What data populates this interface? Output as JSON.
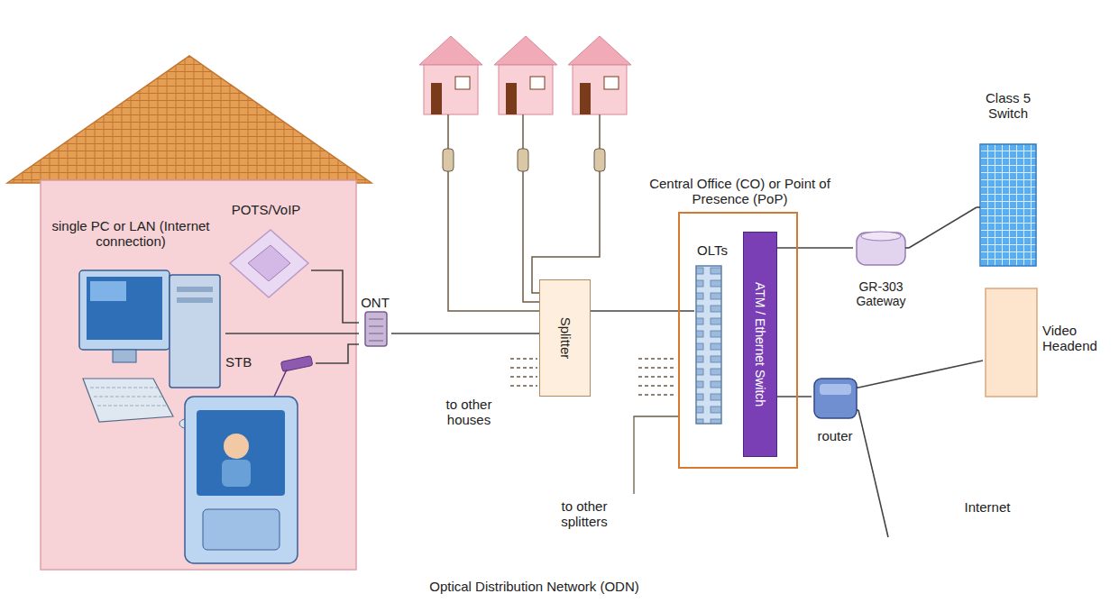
{
  "diagram": {
    "nodes": [
      {
        "text": [
          "single PC or LAN (Internet connection)"
        ]
      },
      {
        "text": [
          "POTS/VoIP"
        ]
      },
      {
        "text": [
          "ONT"
        ]
      },
      {
        "text": [
          "STB"
        ]
      },
      {
        "text": [
          "Optical Distribution Network (ODN)"
        ]
      },
      {
        "text": [
          "Splitter"
        ],
        "in": 4
      },
      {
        "text": [
          "Central Office (CO) or Point of Presence (PoP)"
        ]
      },
      {
        "text": [
          "OLTs"
        ],
        "in": 6
      },
      {
        "text": [
          "ATM / Ethernet Switch"
        ],
        "in": 6
      },
      {
        "text": [
          "GR-303 Gateway"
        ]
      },
      {
        "text": [
          "router"
        ]
      },
      {
        "text": [
          "Class 5 Switch"
        ]
      },
      {
        "text": [
          "Video Headend"
        ]
      },
      {
        "text": [
          "Internet"
        ]
      }
    ],
    "edges": [
      {
        "from": 0,
        "to": 2,
        "arrow": "none"
      },
      {
        "from": 1,
        "to": 2,
        "arrow": "none"
      },
      {
        "from": 3,
        "to": 2,
        "arrow": "none"
      },
      {
        "from": 2,
        "to": 5,
        "arrow": "none"
      },
      {
        "from": 5,
        "to": 7,
        "arrow": "none"
      },
      {
        "from": 8,
        "to": 9,
        "arrow": "none"
      },
      {
        "from": 8,
        "to": 10,
        "arrow": "none"
      },
      {
        "from": 9,
        "to": 11,
        "arrow": "none"
      },
      {
        "from": 10,
        "to": 12,
        "arrow": "none"
      },
      {
        "from": 10,
        "to": 13,
        "arrow": "none"
      }
    ],
    "labels": [
      "to other houses",
      "to other splitters"
    ]
  }
}
